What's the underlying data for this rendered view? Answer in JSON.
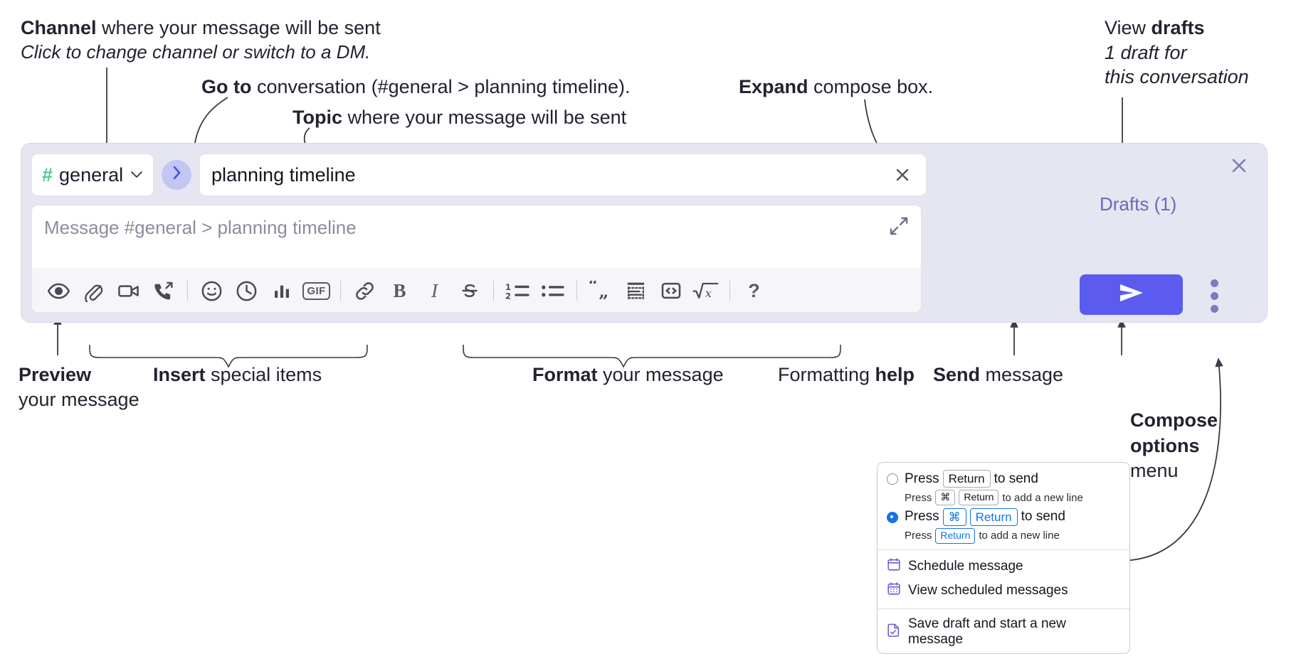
{
  "annotations": {
    "channel": {
      "line1_bold": "Channel",
      "line1_rest": " where your message will be sent",
      "line2_italic": "Click to change channel or switch to a DM."
    },
    "goto": {
      "bold": "Go to",
      "rest": " conversation (#general > planning timeline)."
    },
    "topic": {
      "bold": "Topic",
      "rest": " where your message will be sent"
    },
    "expand": {
      "bold": "Expand",
      "rest": " compose box."
    },
    "drafts": {
      "line1_rest": "View ",
      "line1_bold": "drafts",
      "line2_italic": "1 draft for",
      "line3_italic": "this conversation"
    },
    "preview": {
      "bold": "Preview",
      "line2": "your message"
    },
    "insert": {
      "bold": "Insert",
      "rest": " special items"
    },
    "format": {
      "bold": "Format",
      "rest": " your message"
    },
    "help": {
      "rest": "Formatting ",
      "bold": "help"
    },
    "send": {
      "bold": "Send",
      "rest": " message"
    },
    "compose_options": {
      "line1_bold": "Compose",
      "line2_bold": "options",
      "line3": "menu"
    }
  },
  "compose": {
    "close_icon": "close-icon",
    "drafts_link": "Drafts (1)",
    "channel": {
      "hash": "#",
      "name": "general",
      "chevron_icon": "chevron-down-icon"
    },
    "goto_icon": "chevron-right-icon",
    "topic": {
      "value": "planning timeline",
      "clear_icon": "close-icon"
    },
    "message": {
      "placeholder": "Message #general > planning timeline",
      "expand_icon": "expand-diagonal-icon"
    },
    "toolbar": [
      {
        "name": "preview-icon",
        "label": "eye"
      },
      {
        "name": "attachment-icon",
        "label": "paperclip"
      },
      {
        "name": "video-icon",
        "label": "video camera"
      },
      {
        "name": "huddle-icon",
        "label": "phone"
      },
      {
        "name": "separator",
        "label": "|"
      },
      {
        "name": "emoji-icon",
        "label": "smiley"
      },
      {
        "name": "reminder-icon",
        "label": "clock"
      },
      {
        "name": "poll-icon",
        "label": "bar chart"
      },
      {
        "name": "gif-icon",
        "label": "GIF"
      },
      {
        "name": "separator",
        "label": "|"
      },
      {
        "name": "link-icon",
        "label": "link"
      },
      {
        "name": "bold-icon",
        "label": "B"
      },
      {
        "name": "italic-icon",
        "label": "I"
      },
      {
        "name": "strikethrough-icon",
        "label": "S"
      },
      {
        "name": "separator",
        "label": "|"
      },
      {
        "name": "ordered-list-icon",
        "label": "1 2"
      },
      {
        "name": "bulleted-list-icon",
        "label": "bullets"
      },
      {
        "name": "separator",
        "label": "|"
      },
      {
        "name": "blockquote-icon",
        "label": "quote"
      },
      {
        "name": "code-block-icon",
        "label": "code block"
      },
      {
        "name": "code-icon",
        "label": "<>"
      },
      {
        "name": "latex-icon",
        "label": "sqrt x"
      },
      {
        "name": "separator",
        "label": "|"
      },
      {
        "name": "formatting-help-icon",
        "label": "?"
      }
    ],
    "send_icon": "send-paper-plane-icon",
    "kebab_icon": "vertical-dots-icon",
    "accent_color": "#5b5bef",
    "panel_color": "#e5e6f2",
    "hash_color": "#5cc58f"
  },
  "compose_menu": {
    "options": [
      {
        "selected": false,
        "main_pre": "Press",
        "main_keys": [
          "Return"
        ],
        "main_post": "to send",
        "sub_pre": "Press",
        "sub_keys": [
          "⌘",
          "Return"
        ],
        "sub_post": "to add a new line"
      },
      {
        "selected": true,
        "main_pre": "Press",
        "main_keys": [
          "⌘",
          "Return"
        ],
        "main_post": "to send",
        "sub_pre": "Press",
        "sub_keys": [
          "Return"
        ],
        "sub_post": "to add a new line"
      }
    ],
    "items": [
      {
        "icon": "calendar-clock-icon",
        "label": "Schedule message"
      },
      {
        "icon": "calendar-grid-icon",
        "label": "View scheduled messages"
      },
      {
        "icon": "document-check-icon",
        "label": "Save draft and start a new message"
      }
    ]
  }
}
